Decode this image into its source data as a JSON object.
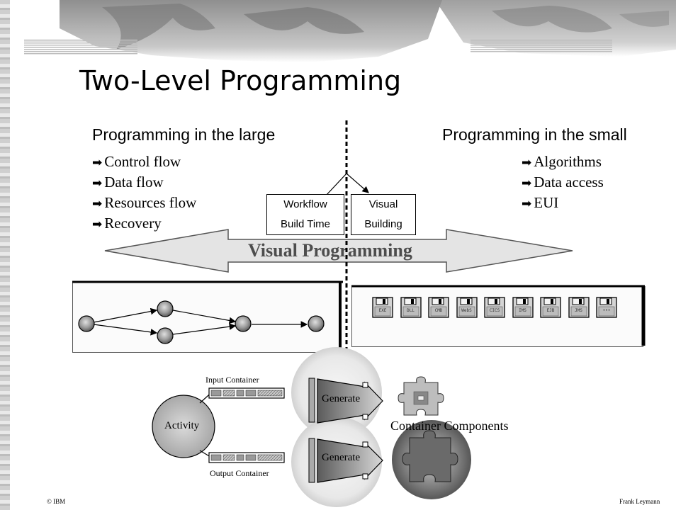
{
  "slide": {
    "title": "Two-Level Programming",
    "left_heading": "Programming in the large",
    "right_heading": "Programming in the small",
    "left_bullets": [
      "Control flow",
      "Data flow",
      "Resources flow",
      "Recovery"
    ],
    "right_bullets": [
      "Algorithms",
      "Data access",
      "EUI"
    ],
    "bullet_glyph": "➡",
    "workflow_box": [
      "Workflow",
      "Build Time"
    ],
    "visual_box": [
      "Visual",
      "Building"
    ],
    "visual_programming_label": "Visual Programming",
    "component_icons": [
      "EXE",
      "DLL",
      "CMD",
      "WebS",
      "CICS",
      "IMS",
      "EJB",
      "JMS",
      "•••"
    ],
    "input_container_label": "Input Container",
    "output_container_label": "Output Container",
    "activity_label": "Activity",
    "generate_label": "Generate",
    "container_components_label": "Container Components",
    "footer_left": "© IBM",
    "footer_right": "Frank Leymann"
  },
  "colors": {
    "big_arrow_fill": "#e4e4e4",
    "node_fill": "#9a9a9a",
    "banner_tone": "#a8a8a8"
  }
}
